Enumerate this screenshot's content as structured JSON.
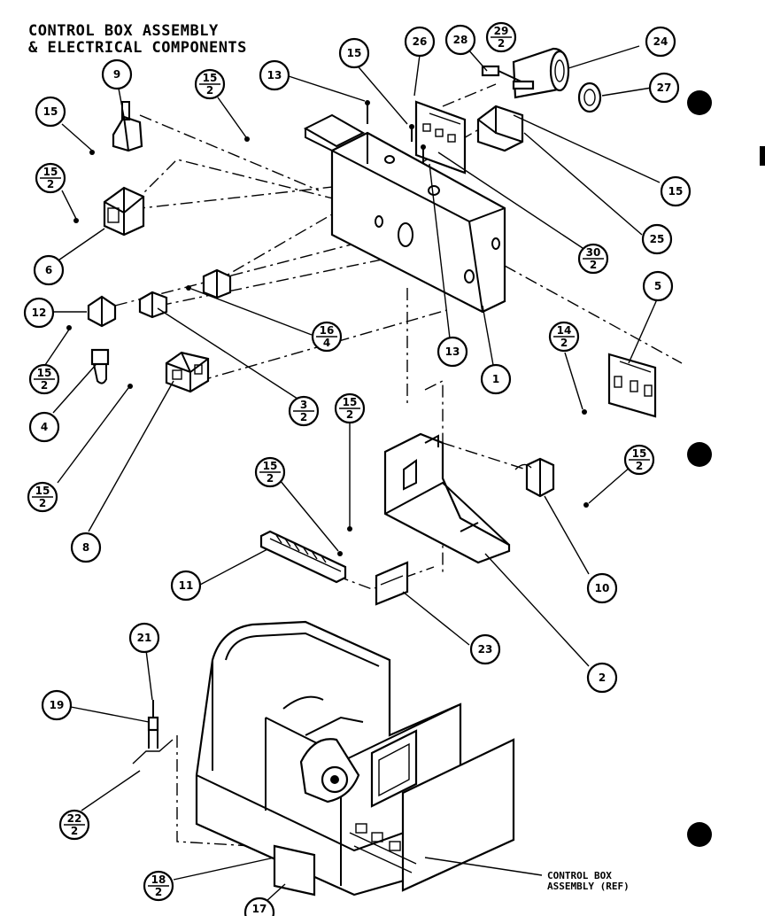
{
  "title": {
    "line1": "CONTROL BOX ASSEMBLY",
    "line2": "& ELECTRICAL COMPONENTS"
  },
  "callouts": {
    "c9": {
      "num": "9",
      "den": ""
    },
    "c15a": {
      "num": "15",
      "den": ""
    },
    "c15_2a": {
      "num": "15",
      "den": "2"
    },
    "c13a": {
      "num": "13",
      "den": ""
    },
    "c15b": {
      "num": "15",
      "den": ""
    },
    "c26": {
      "num": "26",
      "den": ""
    },
    "c28": {
      "num": "28",
      "den": ""
    },
    "c29_2": {
      "num": "29",
      "den": "2"
    },
    "c24": {
      "num": "24",
      "den": ""
    },
    "c27": {
      "num": "27",
      "den": ""
    },
    "c15_2b": {
      "num": "15",
      "den": "2"
    },
    "c15c": {
      "num": "15",
      "den": ""
    },
    "c6": {
      "num": "6",
      "den": ""
    },
    "c25": {
      "num": "25",
      "den": ""
    },
    "c30_2": {
      "num": "30",
      "den": "2"
    },
    "c5": {
      "num": "5",
      "den": ""
    },
    "c12": {
      "num": "12",
      "den": ""
    },
    "c16_4": {
      "num": "16",
      "den": "4"
    },
    "c14_2": {
      "num": "14",
      "den": "2"
    },
    "c15_2c": {
      "num": "15",
      "den": "2"
    },
    "c13b": {
      "num": "13",
      "den": ""
    },
    "c1": {
      "num": "1",
      "den": ""
    },
    "c4": {
      "num": "4",
      "den": ""
    },
    "c3_2": {
      "num": "3",
      "den": "2"
    },
    "c15_2d": {
      "num": "15",
      "den": "2"
    },
    "c15_2e": {
      "num": "15",
      "den": "2"
    },
    "c15_2f": {
      "num": "15",
      "den": "2"
    },
    "c15_2g": {
      "num": "15",
      "den": "2"
    },
    "c8": {
      "num": "8",
      "den": ""
    },
    "c10": {
      "num": "10",
      "den": ""
    },
    "c11": {
      "num": "11",
      "den": ""
    },
    "c23": {
      "num": "23",
      "den": ""
    },
    "c2": {
      "num": "2",
      "den": ""
    },
    "c21": {
      "num": "21",
      "den": ""
    },
    "c19": {
      "num": "19",
      "den": ""
    },
    "c22_2": {
      "num": "22",
      "den": "2"
    },
    "c18_2": {
      "num": "18",
      "den": "2"
    },
    "c17": {
      "num": "17",
      "den": ""
    }
  },
  "reference_label": {
    "line1": "CONTROL BOX",
    "line2": "ASSEMBLY (REF)"
  },
  "colors": {
    "ink": "#000000",
    "paper": "#ffffff"
  }
}
